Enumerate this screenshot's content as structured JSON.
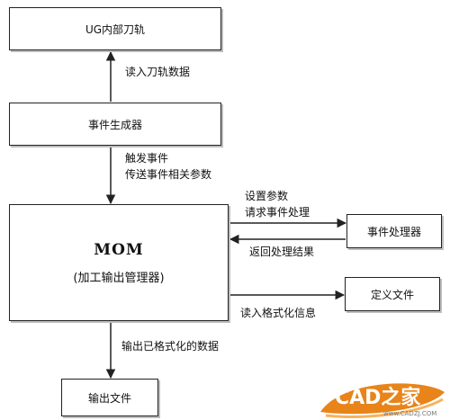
{
  "boxes": {
    "ug_toolpath": "UG内部刀轨",
    "event_generator": "事件生成器",
    "mom_name": "MOM",
    "mom_subtitle": "(加工输出管理器)",
    "event_handler": "事件处理器",
    "definition_file": "定义文件",
    "output_file": "输出文件"
  },
  "labels": {
    "read_toolpath": "读入刀轨数据",
    "trigger_line1": "触发事件",
    "trigger_line2": "传送事件相关参数",
    "set_params": "设置参数",
    "request_handling": "请求事件处理",
    "return_result": "返回处理结果",
    "read_format": "读入格式化信息",
    "output_formatted": "输出已格式化的数据"
  },
  "watermark": {
    "text": "CAD之家",
    "url": "www.CADZJ.COM"
  },
  "colors": {
    "line": "#222222",
    "shadow": "#bdbdbd",
    "watermark_orange": "#e8841a"
  }
}
